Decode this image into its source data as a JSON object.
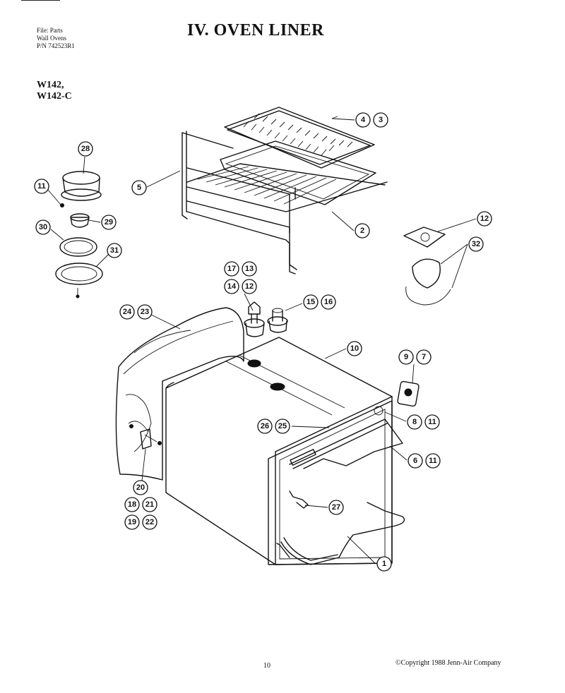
{
  "header": {
    "file_line1": "File: Parts",
    "file_line2": "Wall Ovens",
    "file_line3": "P/N 742523R1",
    "title": "IV. OVEN LINER"
  },
  "models": {
    "line1": "W142,",
    "line2": "W142-C"
  },
  "callouts": {
    "c1": "1",
    "c2": "2",
    "c3": "3",
    "c4": "4",
    "c5": "5",
    "c6": "6",
    "c7": "7",
    "c8": "8",
    "c9": "9",
    "c10": "10",
    "c11a": "11",
    "c11b": "11",
    "c11c": "11",
    "c12a": "12",
    "c12b": "12",
    "c13": "13",
    "c14": "14",
    "c15": "15",
    "c16": "16",
    "c17": "17",
    "c18": "18",
    "c19": "19",
    "c20": "20",
    "c21": "21",
    "c22": "22",
    "c23": "23",
    "c24": "24",
    "c25": "25",
    "c26": "26",
    "c27": "27",
    "c28": "28",
    "c29": "29",
    "c30": "30",
    "c31": "31",
    "c32": "32"
  },
  "footer": {
    "page_number": "10",
    "copyright": "©Copyright 1988 Jenn-Air Company"
  }
}
